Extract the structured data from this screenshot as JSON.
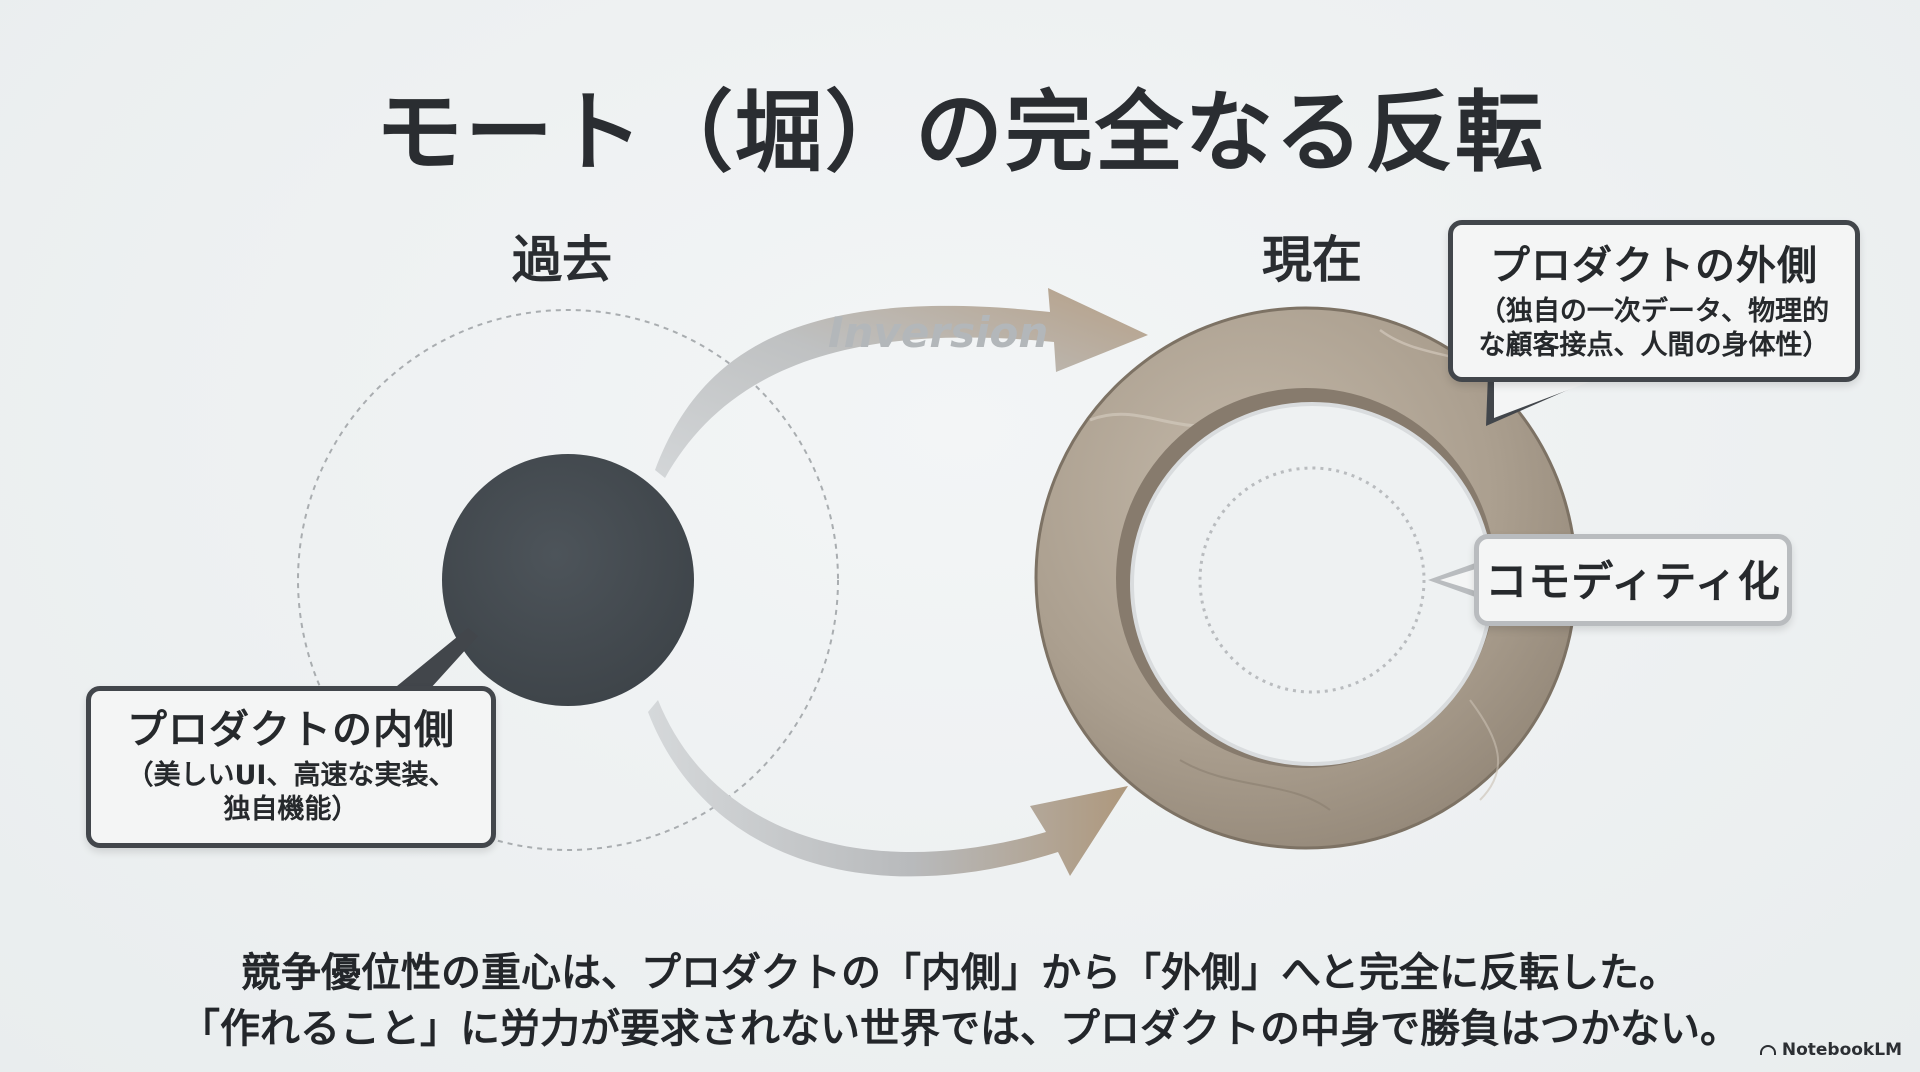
{
  "title": "モート（堀）の完全なる反転",
  "past_label": "過去",
  "now_label": "現在",
  "inversion_label": "Inversion",
  "inner_callout": {
    "head": "プロダクトの内側",
    "sub1": "（美しいUI、高速な実装、",
    "sub2": "独自機能）"
  },
  "outer_callout": {
    "head": "プロダクトの外側",
    "sub1": "（独自の一次データ、物理的",
    "sub2": "な顧客接点、人間の身体性）"
  },
  "commodity_callout": {
    "head": "コモディティ化"
  },
  "footer": {
    "line1": "競争優位性の重心は、プロダクトの「内側」から「外側」へと完全に反転した。",
    "line2": "「作れること」に労力が要求されない世界では、プロダクトの中身で勝負はつかない。"
  },
  "brand": "NotebookLM",
  "colors": {
    "core": "#454b51",
    "ring": "#a89c8c",
    "arrow_light": "#c5c7c9",
    "arrow_dark": "#b09a80"
  }
}
